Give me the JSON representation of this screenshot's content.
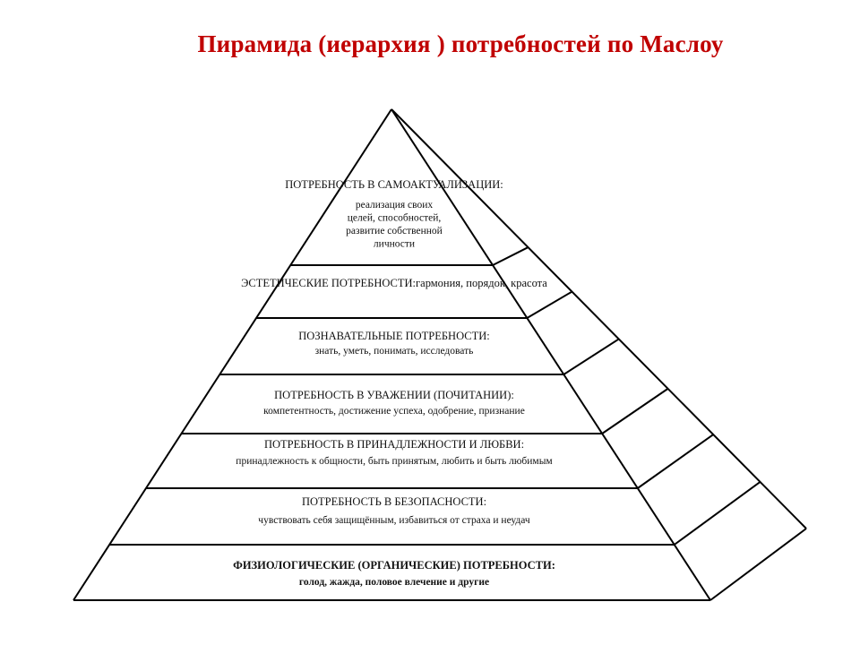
{
  "title": "Пирамида (иерархия ) потребностей по Маслоу",
  "levels": [
    {
      "heading": "ПОТРЕБНОСТЬ В САМОАКТУАЛИЗАЦИИ:",
      "description": [
        "реализация своих",
        "целей, способностей,",
        "развитие собственной",
        "личности"
      ]
    },
    {
      "heading": "ЭСТЕТИЧЕСКИЕ ПОТРЕБНОСТИ:гармония, порядок, красота",
      "description": []
    },
    {
      "heading": "ПОЗНАВАТЕЛЬНЫЕ ПОТРЕБНОСТИ:",
      "description": [
        "знать, уметь, понимать, исследовать"
      ]
    },
    {
      "heading": "ПОТРЕБНОСТЬ В УВАЖЕНИИ (ПОЧИТАНИИ):",
      "description": [
        "компетентность, достижение успеха, одобрение, признание"
      ]
    },
    {
      "heading": "ПОТРЕБНОСТЬ В ПРИНАДЛЕЖНОСТИ И ЛЮБВИ:",
      "description": [
        "принадлежность к общности, быть принятым, любить и быть любимым"
      ]
    },
    {
      "heading": "ПОТРЕБНОСТЬ В БЕЗОПАСНОСТИ:",
      "description": [
        "чувствовать себя защищённым, избавиться от страха и неудач"
      ]
    },
    {
      "heading": "ФИЗИОЛОГИЧЕСКИЕ (ОРГАНИЧЕСКИЕ) ПОТРЕБНОСТИ:",
      "description": [
        "голод, жажда, половое влечение и другие"
      ],
      "bold": true
    }
  ]
}
